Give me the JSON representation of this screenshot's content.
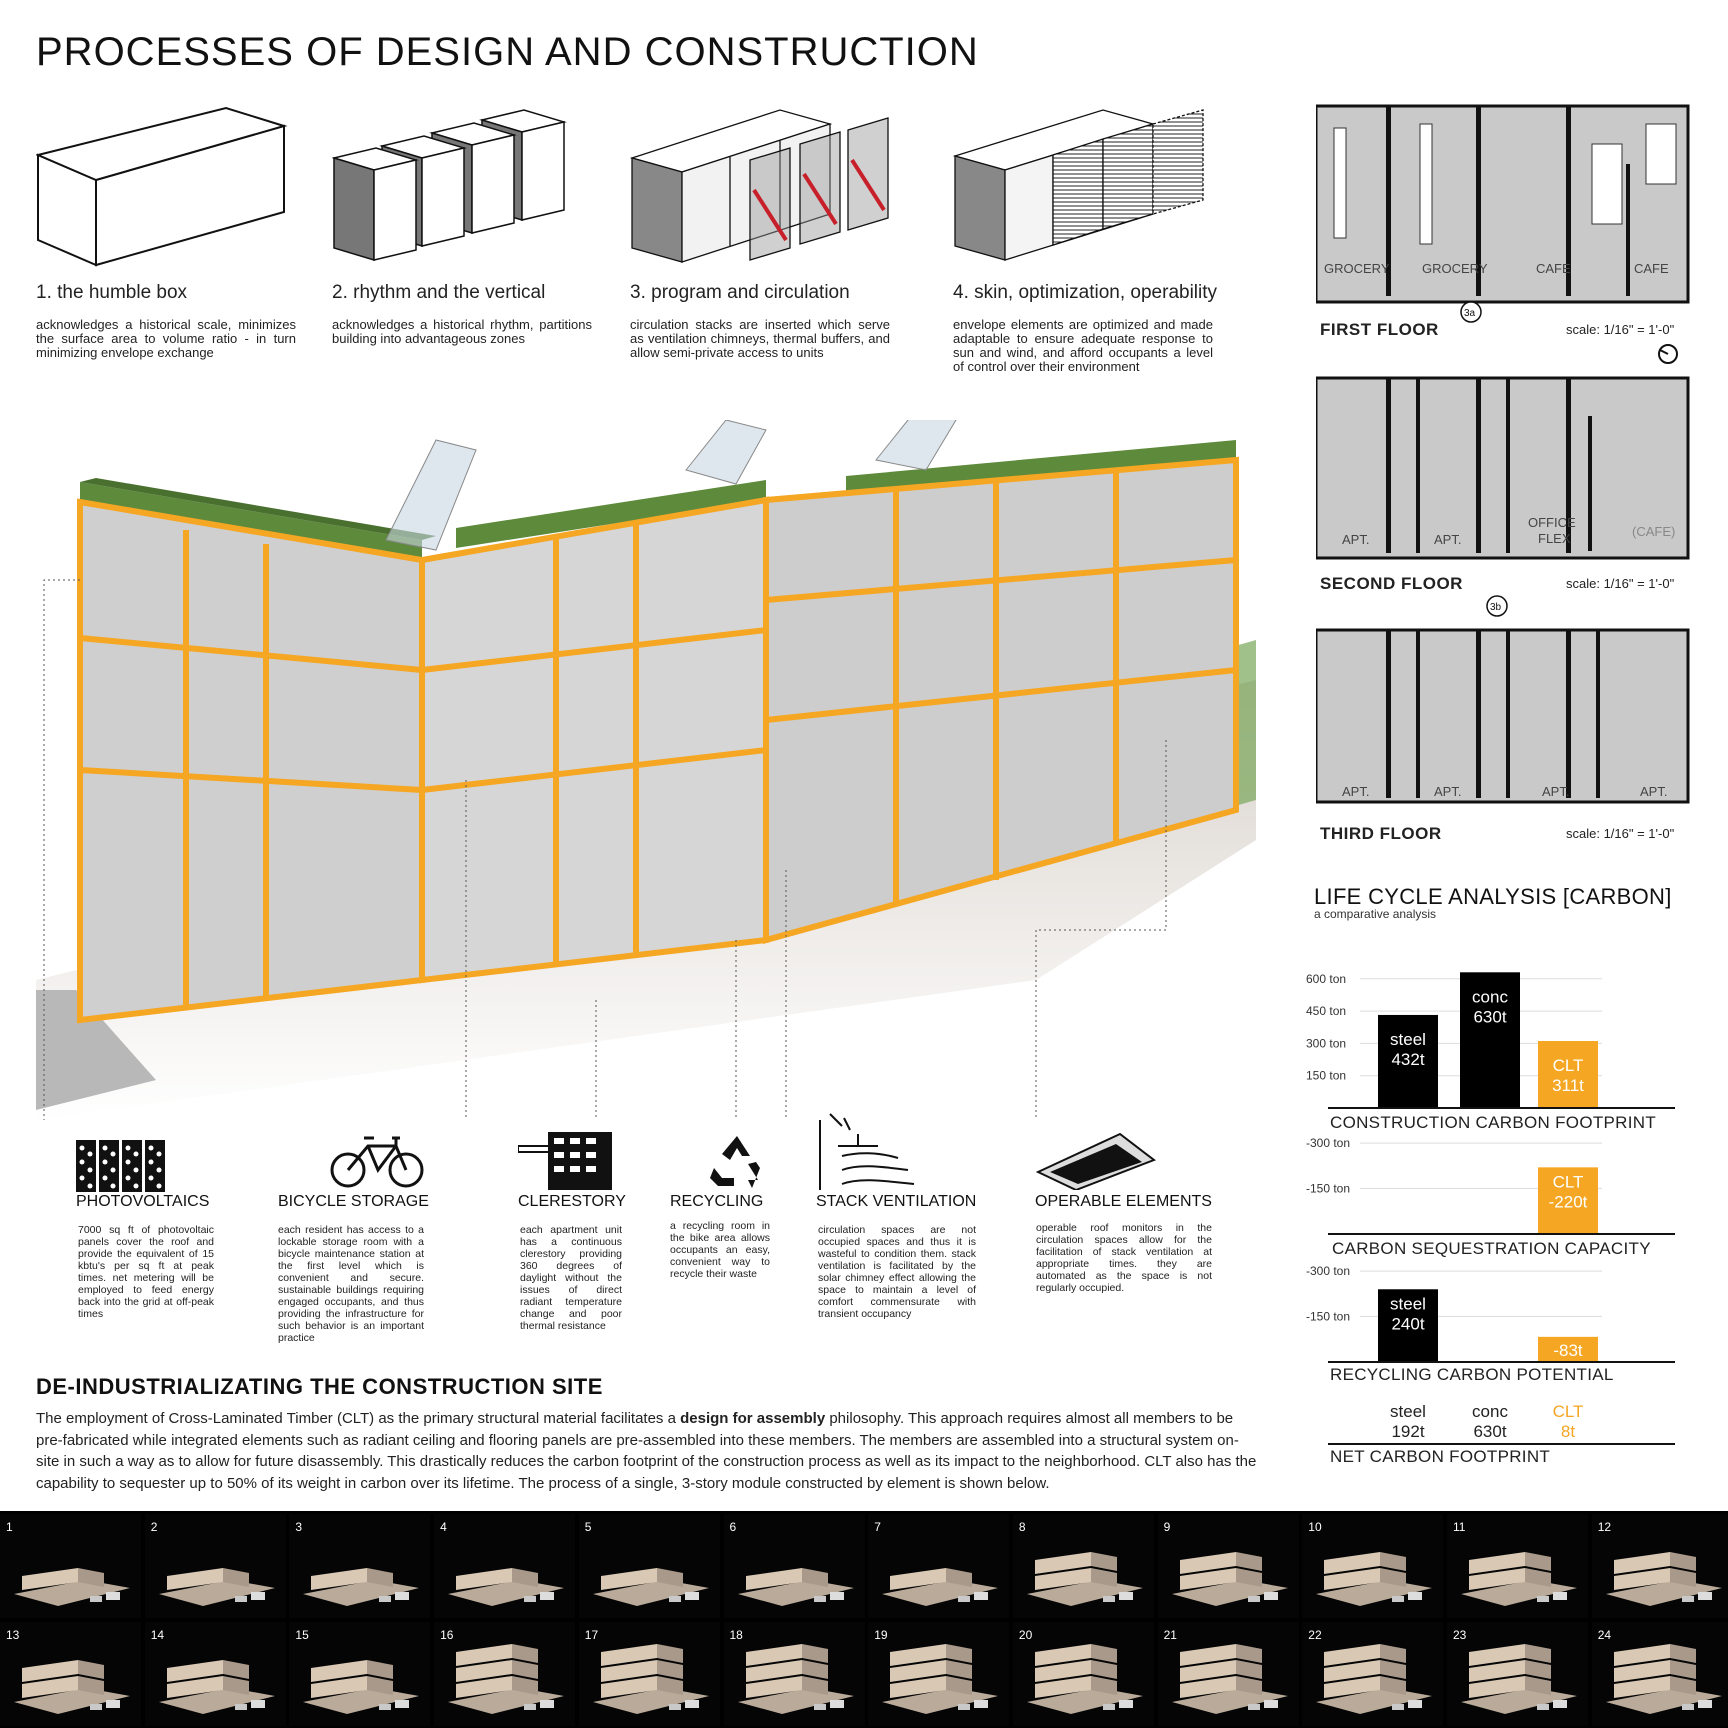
{
  "title": "PROCESSES OF DESIGN AND CONSTRUCTION",
  "steps": [
    {
      "title": "1. the humble box",
      "desc": "acknowledges a historical scale, minimizes the surface area to volume ratio - in turn minimizing envelope exchange"
    },
    {
      "title": "2. rhythm and the vertical",
      "desc": "acknowledges a historical rhythm, partitions building into advantageous zones"
    },
    {
      "title": "3. program and circulation",
      "desc": "circulation stacks are inserted which serve as ventilation chimneys, thermal buffers, and allow semi-private access to units"
    },
    {
      "title": "4. skin, optimization, operability",
      "desc": "envelope elements are optimized and made adaptable to ensure adequate response to sun and wind, and afford occupants a level of control over their environment"
    }
  ],
  "floors": [
    {
      "label": "FIRST FLOOR",
      "scale": "scale: 1/16\" = 1'-0\"",
      "rooms": [
        "GROCERY",
        "GROCERY",
        "CAFE",
        "CAFE"
      ],
      "marker": "3a"
    },
    {
      "label": "SECOND FLOOR",
      "scale": "scale: 1/16\" = 1'-0\"",
      "rooms": [
        "APT.",
        "APT.",
        "OFFICE",
        "FLEX",
        "(CAFE)"
      ],
      "marker": "3b"
    },
    {
      "label": "THIRD FLOOR",
      "scale": "scale: 1/16\" = 1'-0\"",
      "rooms": [
        "APT.",
        "APT.",
        "APT.",
        "APT."
      ]
    }
  ],
  "lca": {
    "title": "LIFE CYCLE ANALYSIS [CARBON]",
    "subtitle": "a comparative analysis"
  },
  "chart_data": [
    {
      "type": "bar",
      "title": "CONSTRUCTION CARBON FOOTPRINT",
      "categories": [
        "steel",
        "conc",
        "CLT"
      ],
      "values": [
        432,
        630,
        311
      ],
      "labels": [
        "432t",
        "630t",
        "311t"
      ],
      "ylim": [
        0,
        650
      ],
      "yticks": [
        150,
        300,
        450,
        600
      ],
      "ytick_labels": [
        "150 ton",
        "300 ton",
        "450 ton",
        "600 ton"
      ],
      "colors": [
        "#000000",
        "#000000",
        "#f5a623"
      ]
    },
    {
      "type": "bar",
      "title": "CARBON SEQUESTRATION CAPACITY",
      "categories": [
        "steel",
        "conc",
        "CLT"
      ],
      "values": [
        0,
        0,
        -220
      ],
      "labels": [
        "",
        "",
        "-220t"
      ],
      "ylim": [
        0,
        -330
      ],
      "yticks": [
        -150,
        -300
      ],
      "ytick_labels": [
        "-150 ton",
        "-300 ton"
      ],
      "colors": [
        "#000000",
        "#000000",
        "#f5a623"
      ]
    },
    {
      "type": "bar",
      "title": "RECYCLING CARBON POTENTIAL",
      "categories": [
        "steel",
        "conc",
        "CLT"
      ],
      "values": [
        -240,
        0,
        -83
      ],
      "labels": [
        "240t",
        "",
        "-83t"
      ],
      "ylim": [
        0,
        -330
      ],
      "yticks": [
        -150,
        -300
      ],
      "ytick_labels": [
        "-150 ton",
        "-300 ton"
      ],
      "colors": [
        "#000000",
        "#000000",
        "#f5a623"
      ]
    },
    {
      "type": "table",
      "title": "NET CARBON FOOTPRINT",
      "categories": [
        "steel",
        "conc",
        "CLT"
      ],
      "values": [
        192,
        630,
        8
      ],
      "labels": [
        "192t",
        "630t",
        "8t"
      ],
      "colors": [
        "#222222",
        "#222222",
        "#f5a623"
      ]
    }
  ],
  "features": [
    {
      "title": "PHOTOVOLTAICS",
      "desc": "7000 sq ft of photovoltaic panels cover the roof and provide the equivalent of 15 kbtu's per sq ft at peak times. net metering will be employed to feed energy back into the grid at off-peak times"
    },
    {
      "title": "BICYCLE STORAGE",
      "desc": "each resident has access to a lockable storage room with a bicycle maintenance station at the first level which is convenient and secure. sustainable buildings requiring engaged occupants, and thus providing the infrastructure for such behavior is an important practice"
    },
    {
      "title": "CLERESTORY",
      "desc": "each apartment unit has a continuous clerestory providing 360 degrees of daylight without the issues of direct radiant temperature change and poor thermal resistance"
    },
    {
      "title": "RECYCLING",
      "desc": "a recycling room in the bike area allows occupants an easy, convenient way to recycle their waste"
    },
    {
      "title": "STACK VENTILATION",
      "desc": "circulation spaces are not occupied spaces and thus it is wasteful to condition them. stack ventilation is facilitated by the solar chimney effect allowing the space to maintain a level of comfort commensurate with transient occupancy"
    },
    {
      "title": "OPERABLE ELEMENTS",
      "desc": "operable roof monitors in the circulation spaces allow for the facilitation of stack ventilation at appropriate times. they are automated as the space is not regularly occupied."
    }
  ],
  "deind": {
    "title": "DE-INDUSTRIALIZATING THE CONSTRUCTION SITE",
    "body_pre": "The employment of Cross-Laminated Timber (CLT) as the primary structural material facilitates a ",
    "body_bold": "design for assembly",
    "body_post": " philosophy. This approach requires almost all members to be pre-fabricated while integrated elements such as radiant ceiling and flooring panels are pre-assembled into these members. The members are assembled into a structural system on-site in such a way as to allow for future disassembly. This drastically reduces the carbon footprint of the construction process as well as its impact to the neighborhood. CLT also has the capability to sequester up to 50% of its weight in carbon over its lifetime. The process of a single, 3-story module constructed by element is shown below."
  },
  "frames": [
    "1",
    "2",
    "3",
    "4",
    "5",
    "6",
    "7",
    "8",
    "9",
    "10",
    "11",
    "12",
    "13",
    "14",
    "15",
    "16",
    "17",
    "18",
    "19",
    "20",
    "21",
    "22",
    "23",
    "24"
  ],
  "colors": {
    "accent": "#f5a623",
    "black": "#000000",
    "roof": "#5e8a3c"
  }
}
